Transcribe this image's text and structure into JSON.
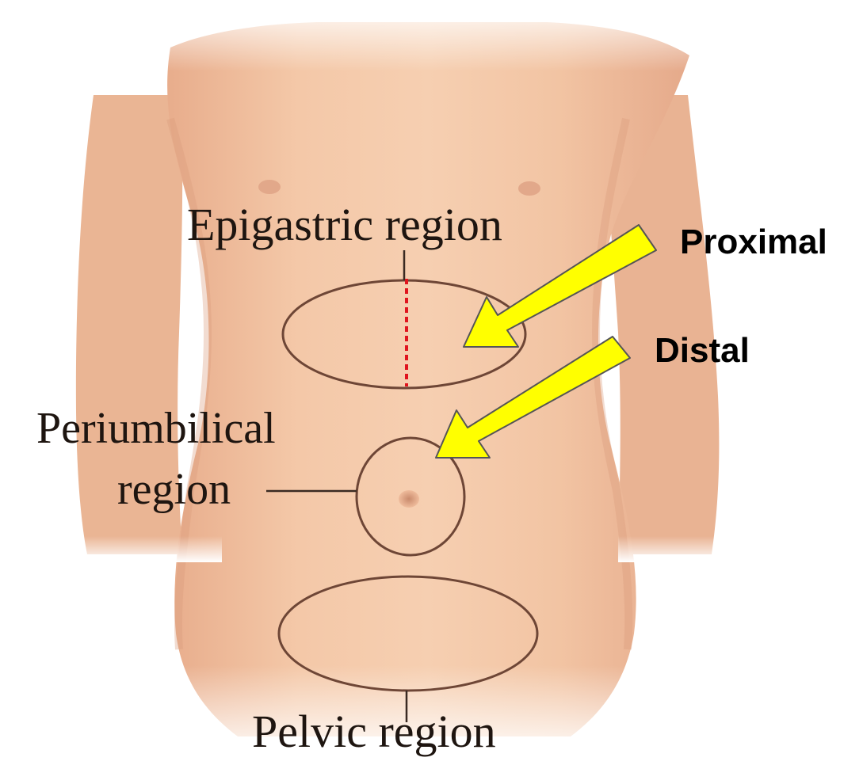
{
  "labels": {
    "epigastric": "Epigastric region",
    "periumbilical_line1": "Periumbilical",
    "periumbilical_line2": "region",
    "pelvic": "Pelvic region",
    "proximal": "Proximal",
    "distal": "Distal"
  },
  "colors": {
    "skin": "#f2c4a3",
    "skin_shadow": "#e3a888",
    "outline": "#6e4636",
    "arrow_fill": "#ffff00",
    "arrow_stroke": "#555555",
    "midline_dash": "#e0141e"
  }
}
